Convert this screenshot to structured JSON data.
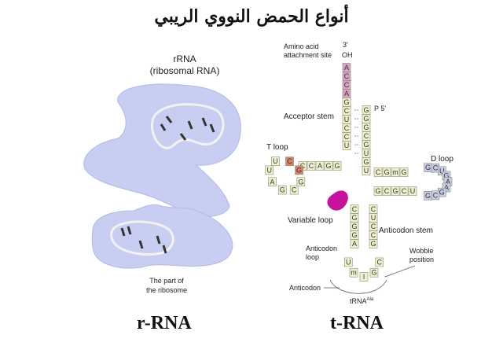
{
  "title": "أنواع الحمض النووي الريبي",
  "rrna": {
    "label_line1": "rRNA",
    "label_line2": "(ribosomal RNA)",
    "part_line1": "The part of",
    "part_line2": "the ribosome",
    "caption": "r-RNA"
  },
  "trna": {
    "amino_line1": "Amino acid",
    "amino_line2": "attachment site",
    "three_prime": "3'",
    "oh": "OH",
    "p5": "P  5'",
    "acceptor_stem": "Acceptor stem",
    "t_loop": "T loop",
    "d_loop": "D loop",
    "variable_loop": "Variable loop",
    "anticodon_stem": "Anticodon stem",
    "anticodon_loop_line1": "Anticodon",
    "anticodon_loop_line2": "loop",
    "wobble_line1": "Wobble",
    "wobble_line2": "position",
    "anticodon": "Anticodon",
    "trna_ala": "tRNA",
    "trna_sup": "Ala",
    "caption": "t-RNA",
    "acceptor_5prime": [
      "G",
      "G",
      "G",
      "C",
      "G",
      "U",
      "G",
      "U"
    ],
    "acceptor_3prime": [
      "A",
      "C",
      "C",
      "A",
      "G",
      "C",
      "U",
      "C",
      "C",
      "U"
    ],
    "t_stem_top": [
      "G",
      "G",
      "A",
      "C",
      "C"
    ],
    "t_loop_seq": [
      "U",
      "U",
      "A",
      "G",
      "C",
      "G",
      "G",
      "C"
    ],
    "d_stem_top": [
      "C",
      "G",
      "m",
      "G"
    ],
    "d_stem_bottom": [
      "G",
      "C",
      "G",
      "C",
      "U"
    ],
    "d_loop_seq": [
      "G",
      "C",
      "U",
      "G",
      "A",
      "A",
      "G",
      "C",
      "G"
    ],
    "anticodon_stem_left": [
      "C",
      "G",
      "G",
      "G",
      "A"
    ],
    "anticodon_stem_right": [
      "C",
      "U",
      "C",
      "C",
      "G"
    ],
    "anticodon_loop_seq": [
      "U",
      "m",
      "I",
      "G",
      "C"
    ]
  },
  "colors": {
    "ribosome": "#c8cdf2",
    "nucleotide": "#f0f2cf",
    "terminal": "#d9a3c6",
    "dloop": "#c7cde6",
    "magenta": "#c5139b",
    "tloop_red": "#d9826b"
  }
}
